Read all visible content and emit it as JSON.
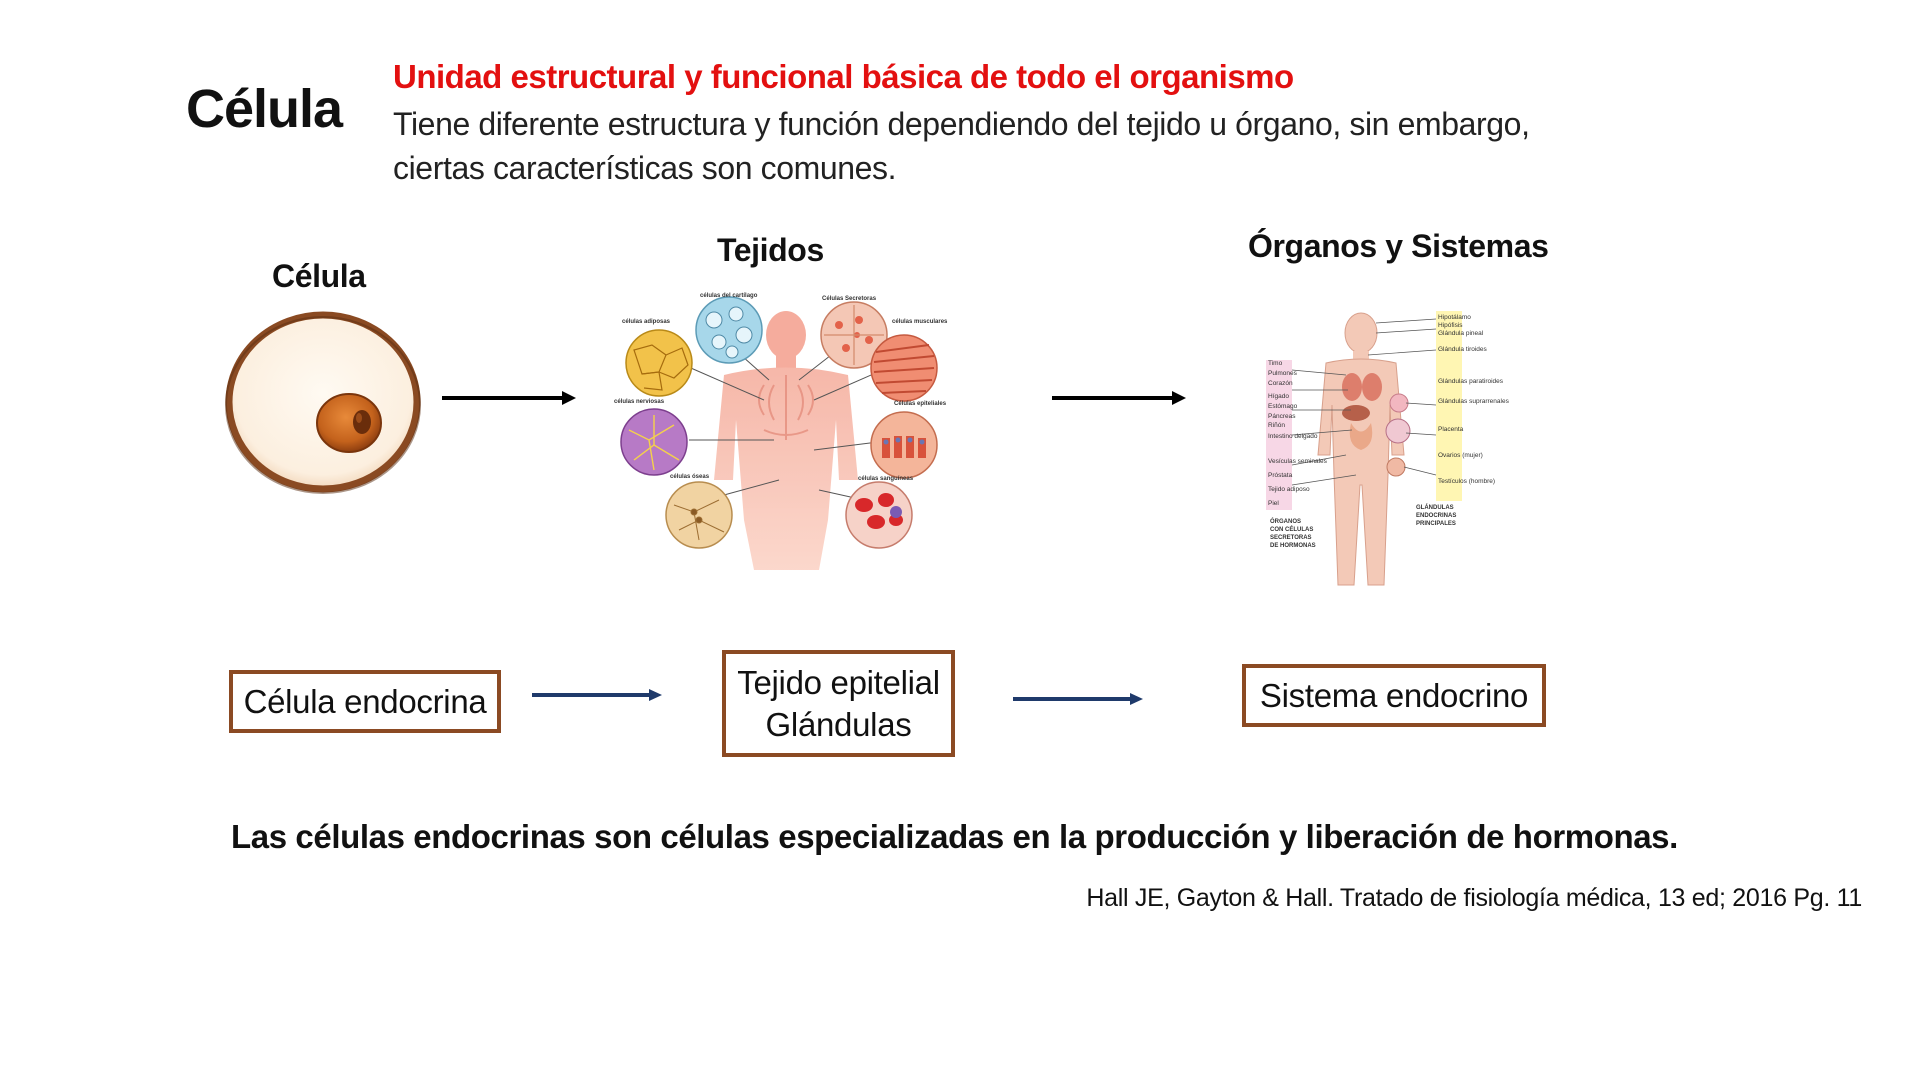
{
  "header": {
    "title": "Célula",
    "subtitle": "Unidad estructural y funcional básica de todo el organismo",
    "description": "Tiene diferente estructura y función dependiendo del tejido u órgano, sin embargo, ciertas características son comunes."
  },
  "levels": [
    {
      "label": "Célula"
    },
    {
      "label": "Tejidos"
    },
    {
      "label": "Órganos y Sistemas"
    }
  ],
  "tissues_labels": {
    "cartilago": "células del cartílago",
    "secretoras": "Células Secretoras",
    "adiposas": "células adiposas",
    "musculares": "células musculares",
    "nerviosas": "células nerviosas",
    "epiteliales": "Células epiteliales",
    "oseas": "células óseas",
    "sanguineas": "células sanguíneas"
  },
  "organs_labels": {
    "left": [
      "Timo",
      "Pulmones",
      "Corazón",
      "Hígado",
      "Estómago",
      "Páncreas",
      "Riñón",
      "Intestino delgado",
      "Vesículas seminales",
      "Próstata",
      "Tejido adiposo",
      "Piel"
    ],
    "right": [
      "Hipotálamo",
      "Hipófisis",
      "Glándula pineal",
      "Glándula tiroides",
      "Glándulas paratiroides",
      "Glándulas suprarrenales",
      "Placenta",
      "Ovarios (mujer)",
      "Testículos (hombre)"
    ],
    "left_caption": [
      "ÓRGANOS",
      "CON CÉLULAS",
      "SECRETORAS",
      "DE HORMONAS"
    ],
    "right_caption": [
      "GLÁNDULAS",
      "ENDOCRINAS",
      "PRINCIPALES"
    ]
  },
  "flow": {
    "box1": "Célula endocrina",
    "box2_line1": "Tejido epitelial",
    "box2_line2": "Glándulas",
    "box3": "Sistema endocrino"
  },
  "note": "Las células endocrinas son células especializadas en la producción y liberación de hormonas.",
  "reference": "Hall JE, Gayton & Hall. Tratado de fisiología médica, 13 ed; 2016 Pg. 11",
  "colors": {
    "subtitle": "#e31010",
    "box_border": "#8b4a23",
    "arrow_top": "#000000",
    "arrow_bottom": "#1f3a6b",
    "cell_border": "#8a4a22",
    "cell_fill": "#fdf1e3",
    "nucleus": "#c4621c"
  }
}
